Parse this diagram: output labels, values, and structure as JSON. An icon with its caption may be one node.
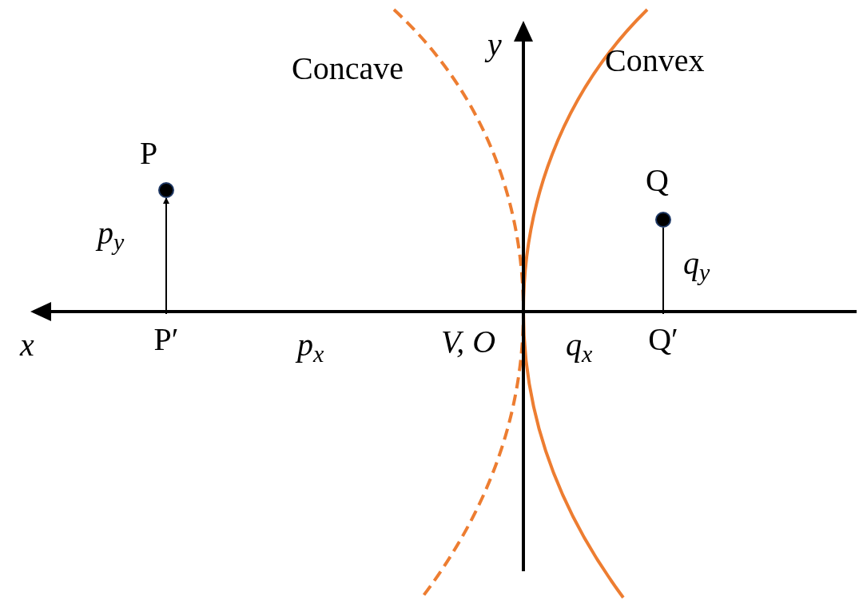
{
  "diagram": {
    "nodes": [
      {
        "text": [],
        "shape": "circle",
        "beside": [
          "P"
        ]
      },
      {
        "text": [
          "P′"
        ]
      },
      {
        "text": [],
        "shape": "circle",
        "beside": [
          "Q"
        ]
      },
      {
        "text": [
          "Q′"
        ]
      }
    ],
    "edges": [
      {
        "from": 1,
        "to": 0,
        "arrow": "to",
        "label": "p$_{y}$"
      },
      {
        "from": 3,
        "to": 2,
        "arrow": "none",
        "label": "q$_{y}$"
      }
    ],
    "labels": [
      "y",
      "Concave",
      "Convex",
      "x",
      "p$_{x}$",
      "V, O",
      "q$_{x}$"
    ]
  }
}
